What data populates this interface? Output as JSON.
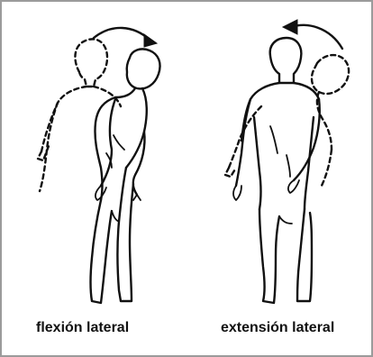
{
  "labels": {
    "left": "flexión lateral",
    "right": "extensión lateral"
  },
  "figures": [
    {
      "name": "flexion-figure",
      "movement_icon": "curved-arrow-right-icon"
    },
    {
      "name": "extension-figure",
      "movement_icon": "curved-arrow-left-icon"
    }
  ],
  "colors": {
    "line": "#111111",
    "frame": "#9b9b9b",
    "background": "#ffffff"
  }
}
